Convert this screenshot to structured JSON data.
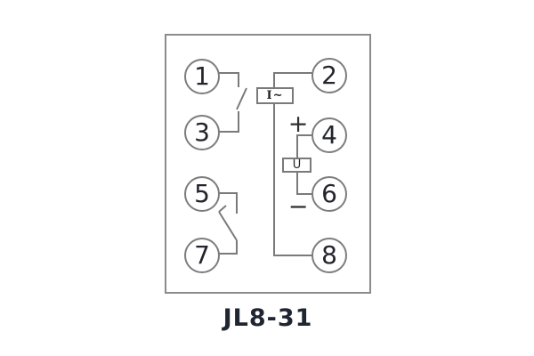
{
  "diagram": {
    "caption": "JL8-31",
    "terminals": [
      "1",
      "2",
      "3",
      "4",
      "5",
      "6",
      "7",
      "8"
    ],
    "current_coil_label": "I~",
    "voltage_coil_label": "U",
    "polarity_plus": "+",
    "polarity_minus": "−",
    "colors": {
      "line": "#7a7a7a",
      "digit": "#23242c"
    }
  }
}
